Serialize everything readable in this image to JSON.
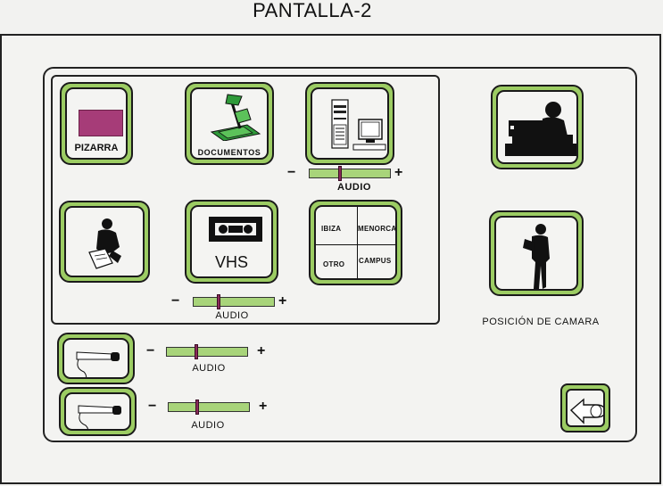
{
  "screen_title": "PANTALLA-2",
  "sources": {
    "pizarra": "PIZARRA",
    "documentos": "DOCUMENTOS",
    "vhs": "VHS"
  },
  "locations": [
    "IBIZA",
    "MENORCA",
    "OTRO",
    "CAMPUS"
  ],
  "audio": {
    "label": "AUDIO",
    "minus": "−",
    "plus": "+",
    "computer_level": 0.38,
    "vhs_level": 0.32,
    "mic1_level": 0.37,
    "mic2_level": 0.36
  },
  "camera": {
    "position_label": "POSICIÓN DE CAMARA"
  },
  "colors": {
    "button_green": "#9ccc63",
    "slider_green": "#a8d47a",
    "pizarra_magenta": "#a63c78",
    "projector_green": "#2f9a3a"
  },
  "icons": {
    "pizarra": "whiteboard-icon",
    "documentos": "document-camera-icon",
    "computer": "computer-icon",
    "presenter": "presenter-writing-icon",
    "vhs": "vhs-cassette-icon",
    "camera_desk": "person-at-desk-icon",
    "camera_standing": "standing-person-icon",
    "mic1": "microphone-icon",
    "mic2": "microphone-icon",
    "back": "back-arrow-icon"
  }
}
